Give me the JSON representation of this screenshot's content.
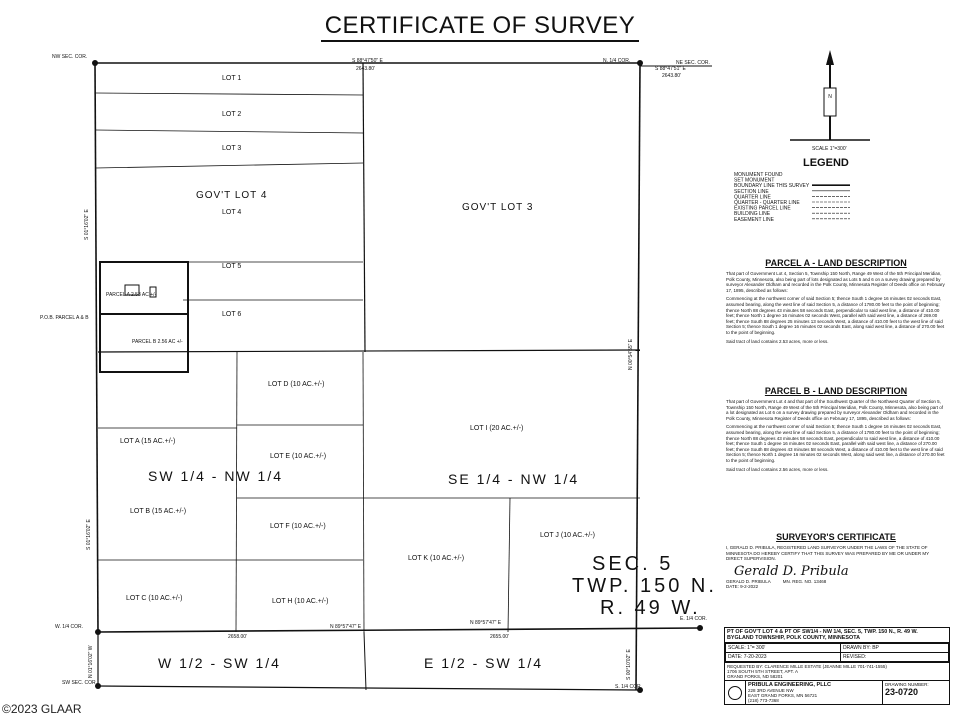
{
  "title": "CERTIFICATE OF SURVEY",
  "corners": {
    "nw_sec": "NW SEC. COR.",
    "n_quarter": "N. 1/4 COR.",
    "ne_sec": "NE SEC. COR.",
    "w_quarter": "W. 1/4 COR.",
    "e_quarter": "E. 1/4 COR.",
    "sw_sec": "SW SEC. COR.",
    "s_quarter": "S. 1/4 COR.",
    "pob_ab": "P.O.B. PARCEL A & B"
  },
  "lots": {
    "lot1": "LOT 1",
    "lot2": "LOT 2",
    "lot3": "LOT 3",
    "govt_lot4": "GOV'T LOT 4",
    "lot4": "LOT 4",
    "lot5": "LOT 5",
    "lot6": "LOT 6",
    "govt_lot3": "GOV'T LOT 3",
    "lot_d": "LOT D (10 AC.+/-)",
    "lot_a": "LOT A (15 AC.+/-)",
    "lot_e": "LOT E (10 AC.+/-)",
    "lot_i": "LOT I (20 AC.+/-)",
    "lot_b": "LOT B (15 AC.+/-)",
    "lot_f": "LOT F (10 AC.+/-)",
    "lot_j": "LOT J (10 AC.+/-)",
    "lot_c": "LOT C (10 AC.+/-)",
    "lot_h": "LOT H (10 AC.+/-)",
    "lot_k": "LOT K (10 AC.+/-)",
    "parcel_a": "PARCEL A 2.53 AC +/-",
    "parcel_b": "PARCEL B 2.56 AC +/-"
  },
  "quarters": {
    "sw_nw": "SW 1/4 - NW 1/4",
    "se_nw": "SE 1/4 - NW 1/4",
    "w_sw": "W 1/2 - SW 1/4",
    "e_sw": "E 1/2 - SW 1/4",
    "sec1": "SEC. 5",
    "sec2": "TWP. 150 N.",
    "sec3": "R. 49 W."
  },
  "legend": {
    "scale": "SCALE 1\"=300'",
    "title": "LEGEND",
    "items": [
      "MONUMENT FOUND",
      "SET MONUMENT",
      "BOUNDARY LINE THIS SURVEY",
      "SECTION LINE",
      "QUARTER LINE",
      "QUARTER - QUARTER LINE",
      "EXISTING PARCEL LINE",
      "BUILDING LINE",
      "EASEMENT LINE"
    ]
  },
  "parcel_a_desc": {
    "heading": "PARCEL A - LAND DESCRIPTION",
    "p1": "That part of Government Lot 4, Section 5, Township 150 North, Range 49 West of the 5th Principal Meridian, Polk County, Minnesota, also being part of lots designated as Lots 5 and 6 on a survey drawing prepared by surveyor Alexander Oldham and recorded in the Polk County, Minnesota Register of Deeds office on February 17, 1895, described as follows:",
    "p2": "Commencing at the northwest corner of said Section 5; thence South 1 degree 16 minutes 02 seconds East, assumed bearing, along the west line of said Section 5, a distance of 1780.00 feet to the point of beginning; thence North 88 degrees 43 minutes 58 seconds East, perpendicular to said west line, a distance of 410.00 feet; thence North 1 degree 16 minutes 02 seconds West, parallel with said west line, a distance of 269.00 feet; thence South 88 degrees 25 minutes 13 seconds West, a distance of 410.00 feet to the west line of said Section 5; thence South 1 degree 16 minutes 02 seconds East, along said west line, a distance of 270.00 feet to the point of beginning.",
    "p3": "Said tract of land contains 2.53 acres, more or less."
  },
  "parcel_b_desc": {
    "heading": "PARCEL B - LAND DESCRIPTION",
    "p1": "That part of Government Lot 4 and that part of the Southwest Quarter of the Northwest Quarter of Section 5, Township 150 North, Range 49 West of the 5th Principal Meridian, Polk County, Minnesota, also being part of a lot designated as Lot 6 on a survey drawing prepared by surveyor Alexander Oldham and recorded in the Polk County, Minnesota Register of Deeds office on February 17, 1895, described as follows:",
    "p2": "Commencing at the northwest corner of said Section 5; thence South 1 degree 16 minutes 02 seconds East, assumed bearing, along the west line of said Section 5, a distance of 1780.00 feet to the point of beginning; thence North 88 degrees 43 minutes 58 seconds East, perpendicular to said west line, a distance of 410.00 feet; thence South 1 degree 16 minutes 02 seconds East, parallel with said west line, a distance of 270.00 feet; thence South 88 degrees 43 minutes 58 seconds West, a distance of 410.00 feet to the west line of said Section 5; thence North 1 degree 16 minutes 02 seconds West, along said west line, a distance of 270.00 feet to the point of beginning.",
    "p3": "Said tract of land contains 2.56 acres, more or less."
  },
  "surveyor": {
    "heading": "SURVEYOR'S CERTIFICATE",
    "text": "I, GERALD D. PRIBULA, REGISTERED LAND SURVEYOR UNDER THE LAWS OF THE STATE OF MINNESOTA DO HEREBY CERTIFY THAT THIS SURVEY WAS PREPARED BY ME OR UNDER MY DIRECT SUPERVISION.",
    "signature": "Gerald D. Pribula",
    "name": "GERALD D. PRIBULA",
    "reg": "MN. REG. NO. 13468",
    "date": "DATE: 9-2-2022"
  },
  "title_block": {
    "desc": "PT OF GOV'T LOT 4 & PT OF SW1/4 - NW 1/4, SEC. 5, TWP. 150 N., R. 49 W.",
    "desc2": "BYGLAND TOWNSHIP, POLK COUNTY, MINNESOTA",
    "scale": "SCALE: 1\"= 300'",
    "drawn": "DRAWN BY: BP",
    "date": "DATE: 7-20-2023",
    "revised": "REVISED:",
    "requested": "REQUESTED BY: CLARENCE MILLE ESTATE (JEANNE MILLE 701-741-1555)",
    "addr1": "1706 SOUTH 5TH STREET, APT. A",
    "addr2": "GRAND FORKS, ND 58201",
    "company": "PRIBULA ENGINEERING, PLLC",
    "c_addr1": "228 3RD AVENUE NW",
    "c_addr2": "EAST GRAND FORKS, MN 56721",
    "c_phone": "(218) 773-7368",
    "drawing_label": "DRAWING NUMBER:",
    "drawing_no": "23-0720"
  },
  "dims": {
    "top_left": "S 88°47'50\" E",
    "top_left_b": "2643.80'",
    "top_right": "S 88°47'51\" E",
    "top_right_b": "2643.80'",
    "bottom_left": "N 89°57'47\" E",
    "bottom_left_b": "2658.00'",
    "bottom_right": "N 89°57'47\" E",
    "bottom_right_b": "2655.00'",
    "west_upper": "S 01°16'02\" E",
    "west_lower": "S 01°16'02\" E",
    "mid": "N 00°54'55\" E",
    "lower_mid": "S 00°10'02\" E",
    "lower_west": "N 01°16'02\" W"
  },
  "watermark": "©2023 GLAAR"
}
